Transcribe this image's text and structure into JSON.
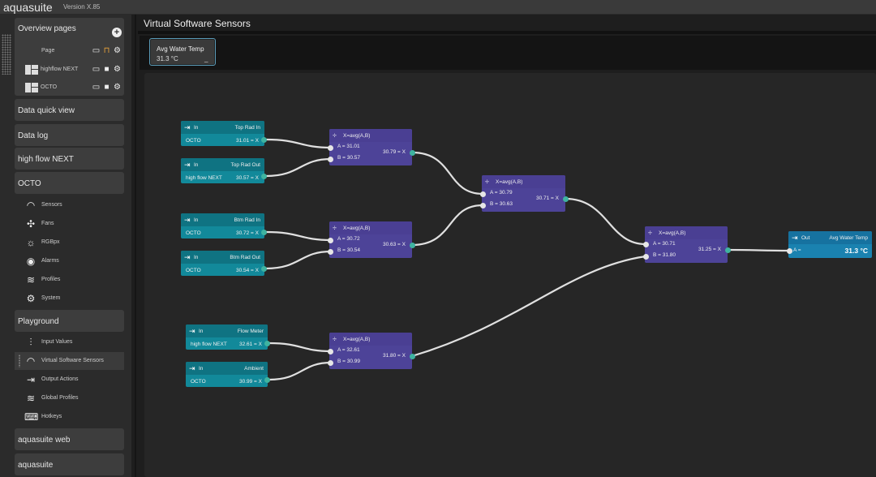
{
  "app": {
    "title": "aquasuite",
    "version": "Version X.85"
  },
  "sidebar": {
    "overview": {
      "label": "Overview pages",
      "pages": [
        "Page",
        "highflow NEXT",
        "OCTO"
      ]
    },
    "sections": [
      "Data quick view",
      "Data log",
      "high flow NEXT",
      "OCTO"
    ],
    "octo_items": [
      "Sensors",
      "Fans",
      "RGBpx",
      "Alarms",
      "Profiles",
      "System"
    ],
    "playground": "Playground",
    "playground_items": [
      "Input Values",
      "Virtual Software Sensors",
      "Output Actions",
      "Global Profiles",
      "Hotkeys"
    ],
    "bottom": [
      "aquasuite web",
      "aquasuite"
    ]
  },
  "main": {
    "title": "Virtual Software Sensors",
    "tile": {
      "title": "Avg Water Temp",
      "value": "31.3 °C",
      "minimize": "_"
    }
  },
  "nodes": {
    "in1": {
      "tag": "In",
      "name": "Top Rad In",
      "source": "OCTO",
      "value": "31.01 = X"
    },
    "in2": {
      "tag": "In",
      "name": "Top Rad Out",
      "source": "high flow NEXT",
      "value": "30.57 = X"
    },
    "in3": {
      "tag": "In",
      "name": "Btm Rad In",
      "source": "OCTO",
      "value": "30.72 = X"
    },
    "in4": {
      "tag": "In",
      "name": "Btm Rad Out",
      "source": "OCTO",
      "value": "30.54 = X"
    },
    "in5": {
      "tag": "In",
      "name": "Flow Meter",
      "source": "high flow NEXT",
      "value": "32.61 = X"
    },
    "in6": {
      "tag": "In",
      "name": "Ambient",
      "source": "OCTO",
      "value": "30.99 = X"
    },
    "op1": {
      "title": "X=avg(A,B)",
      "a": "A = 31.01",
      "b": "B = 30.57",
      "result": "30.79 = X"
    },
    "op2": {
      "title": "X=avg(A,B)",
      "a": "A = 30.72",
      "b": "B = 30.54",
      "result": "30.63 = X"
    },
    "op3": {
      "title": "X=avg(A,B)",
      "a": "A = 32.61",
      "b": "B = 30.99",
      "result": "31.80 = X"
    },
    "op4": {
      "title": "X=avg(A,B)",
      "a": "A = 30.79",
      "b": "B = 30.63",
      "result": "30.71 = X"
    },
    "op5": {
      "title": "X=avg(A,B)",
      "a": "A = 30.71",
      "b": "B = 31.80",
      "result": "31.25 = X"
    },
    "out": {
      "tag": "Out",
      "name": "Avg Water Temp",
      "input": "A =",
      "value": "31.3 °C"
    }
  },
  "colors": {
    "input": "#12899a",
    "operator": "#4d4398",
    "output": "#1a82b0",
    "wire": "#e0e0e0"
  }
}
